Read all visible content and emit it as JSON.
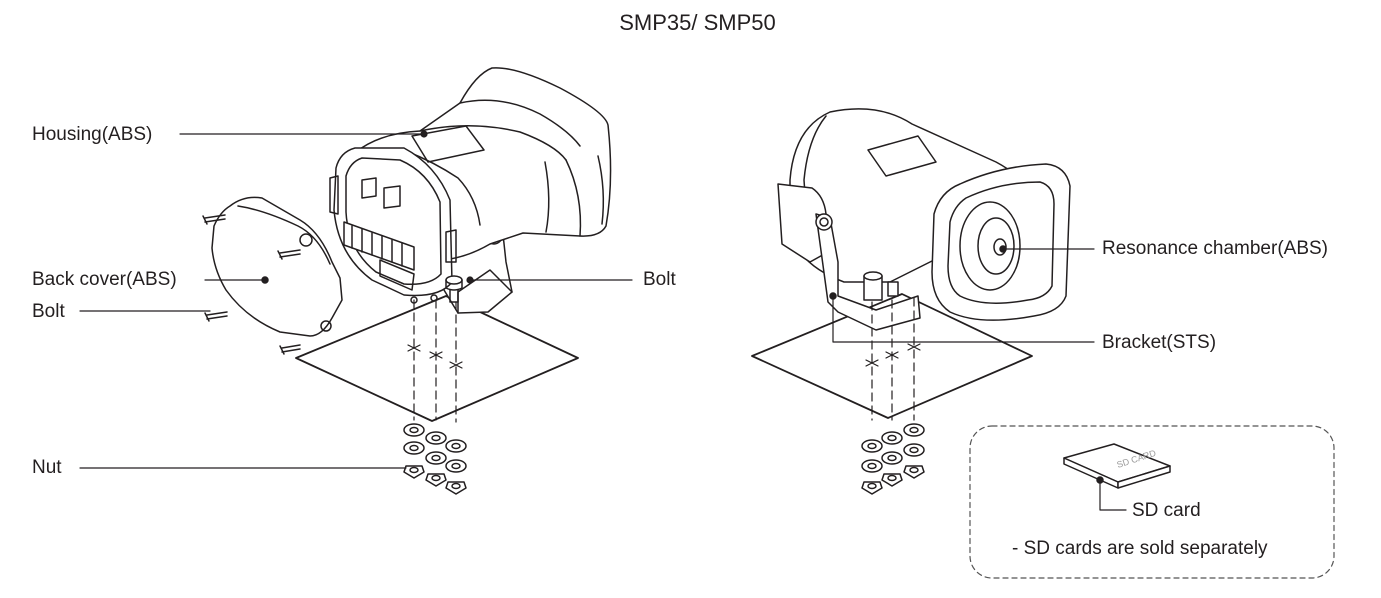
{
  "title": "SMP35/ SMP50",
  "left_view": {
    "labels": {
      "housing": "Housing(ABS)",
      "back_cover": "Back cover(ABS)",
      "bolt_cover": "Bolt",
      "bolt_bracket": "Bolt",
      "nut": "Nut"
    }
  },
  "right_view": {
    "labels": {
      "resonance_chamber": "Resonance chamber(ABS)",
      "bracket": "Bracket(STS)"
    }
  },
  "sd_card_box": {
    "card_text": "SD CARD",
    "label": "SD card",
    "note": "- SD cards are sold separately"
  }
}
